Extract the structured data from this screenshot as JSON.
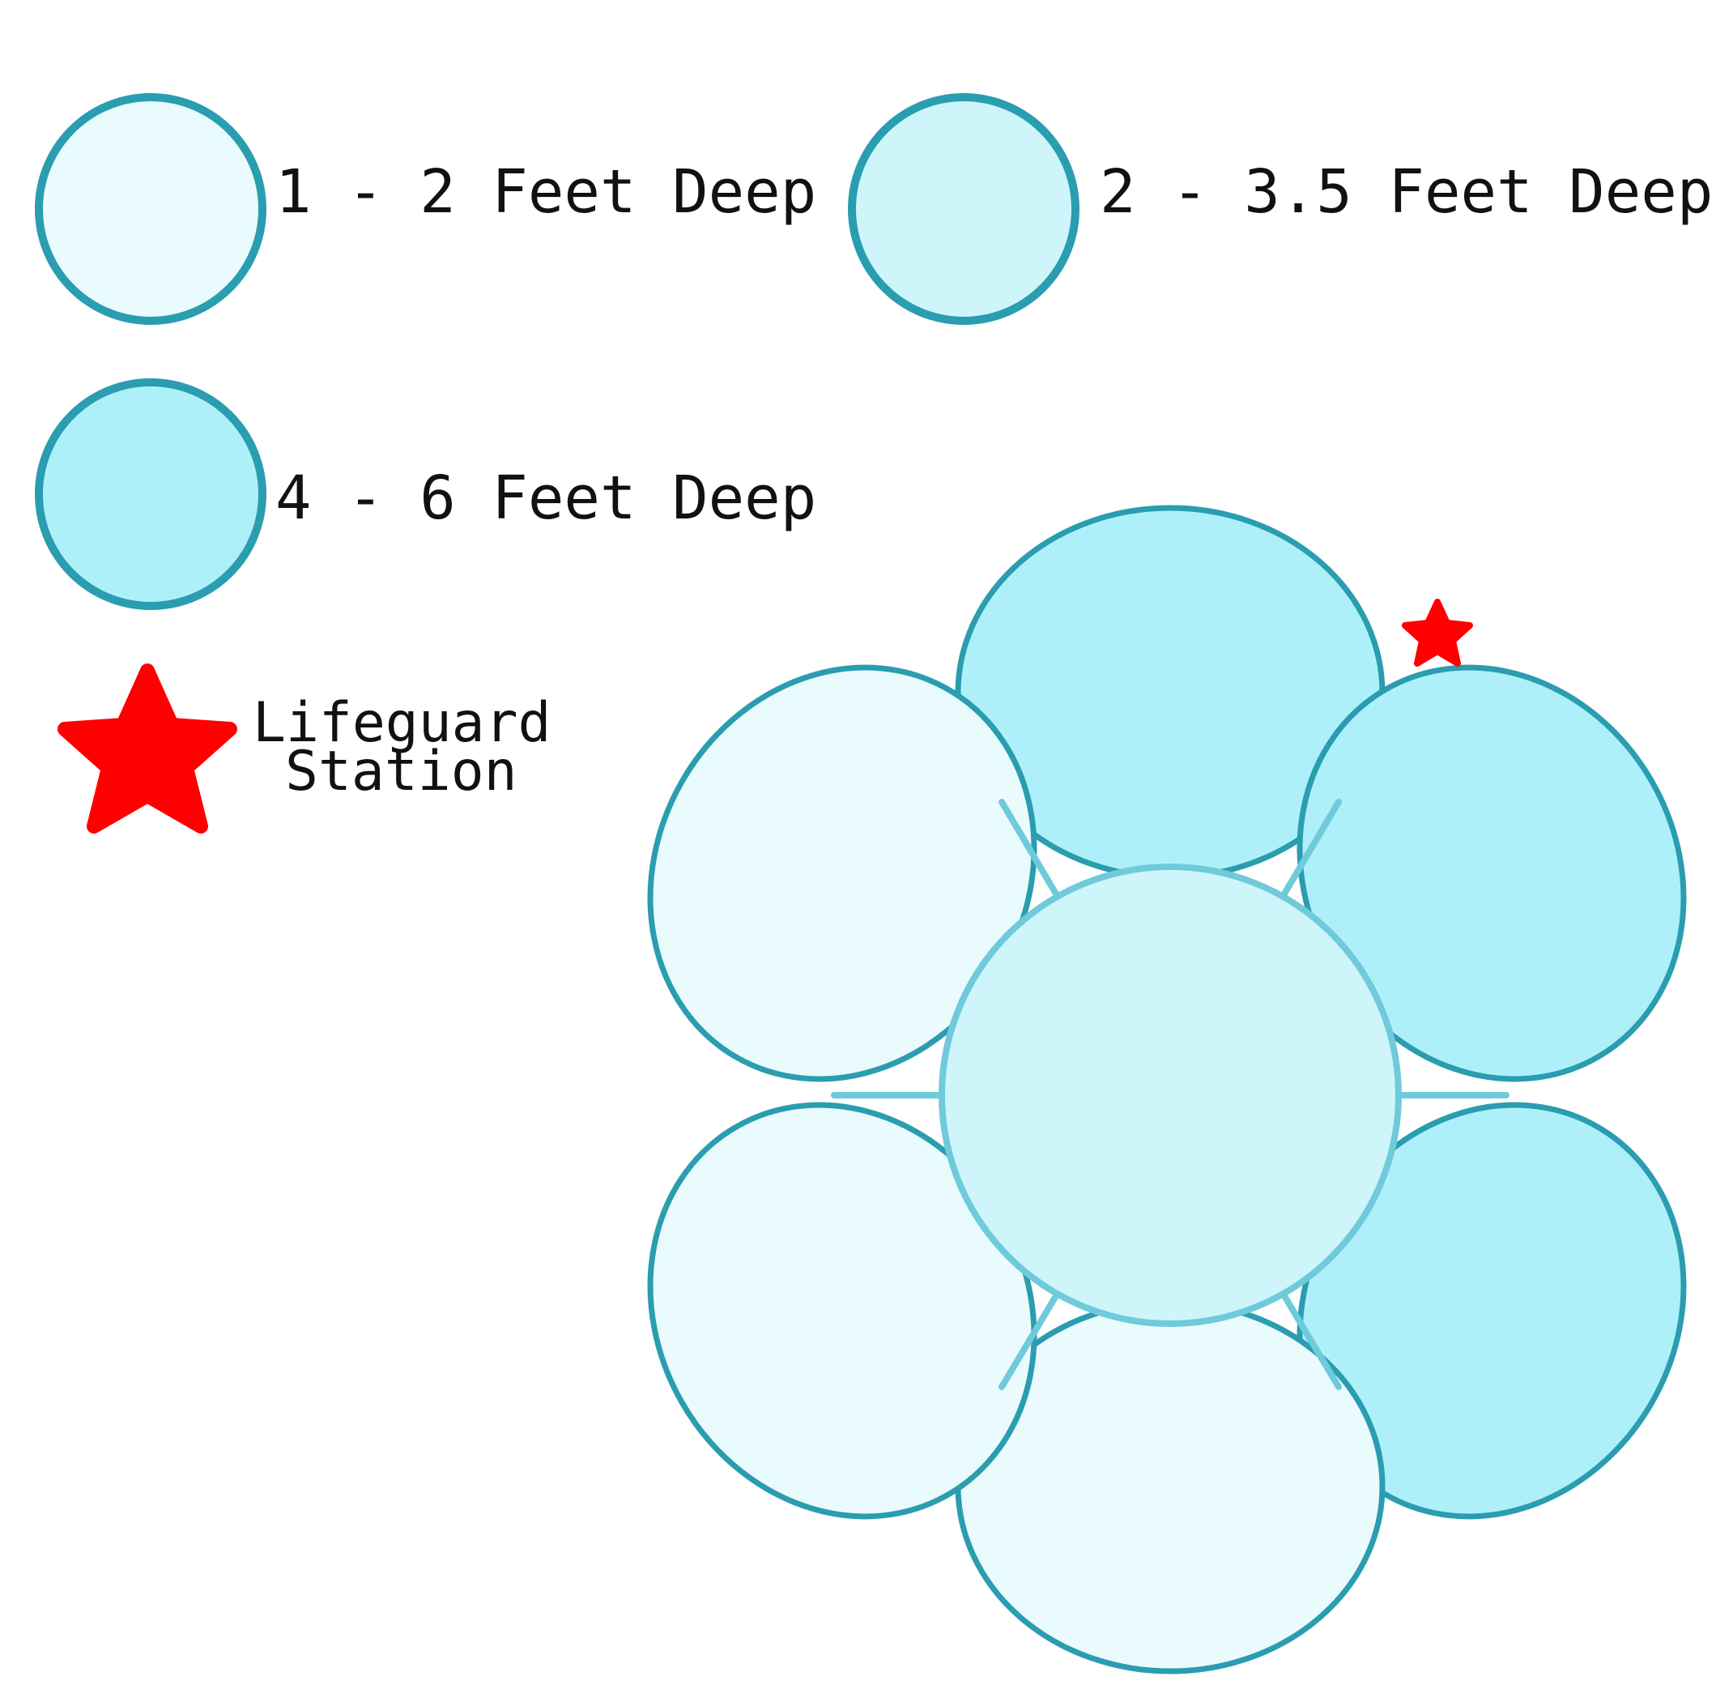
{
  "legend": {
    "items": [
      {
        "label": "1 - 2 Feet Deep",
        "fill": "#eafbfd",
        "stroke": "#2a9db0"
      },
      {
        "label": "2 - 3.5 Feet Deep",
        "fill": "#cdf5fa",
        "stroke": "#2a9db0"
      },
      {
        "label": "4 - 6 Feet Deep",
        "fill": "#aef0fa",
        "stroke": "#2a9db0"
      }
    ],
    "lifeguard": {
      "line1": "Lifeguard",
      "line2": "Station",
      "color": "#ff0000"
    }
  },
  "pool": {
    "shape": "flower",
    "center": {
      "depth": "2 - 3.5 Feet Deep",
      "fill": "#cdf5fa",
      "stroke": "#6fcadb"
    },
    "petals": [
      {
        "position": "top",
        "depth": "4 - 6 Feet Deep",
        "fill": "#aef0fa"
      },
      {
        "position": "upper-right",
        "depth": "4 - 6 Feet Deep",
        "fill": "#aef0fa"
      },
      {
        "position": "lower-right",
        "depth": "4 - 6 Feet Deep",
        "fill": "#aef0fa"
      },
      {
        "position": "bottom",
        "depth": "1 - 2 Feet Deep",
        "fill": "#eafbfd"
      },
      {
        "position": "lower-left",
        "depth": "1 - 2 Feet Deep",
        "fill": "#eafbfd"
      },
      {
        "position": "upper-left",
        "depth": "1 - 2 Feet Deep",
        "fill": "#eafbfd"
      }
    ],
    "outline_color": "#2a9db0",
    "lifeguard_stations": 1
  }
}
